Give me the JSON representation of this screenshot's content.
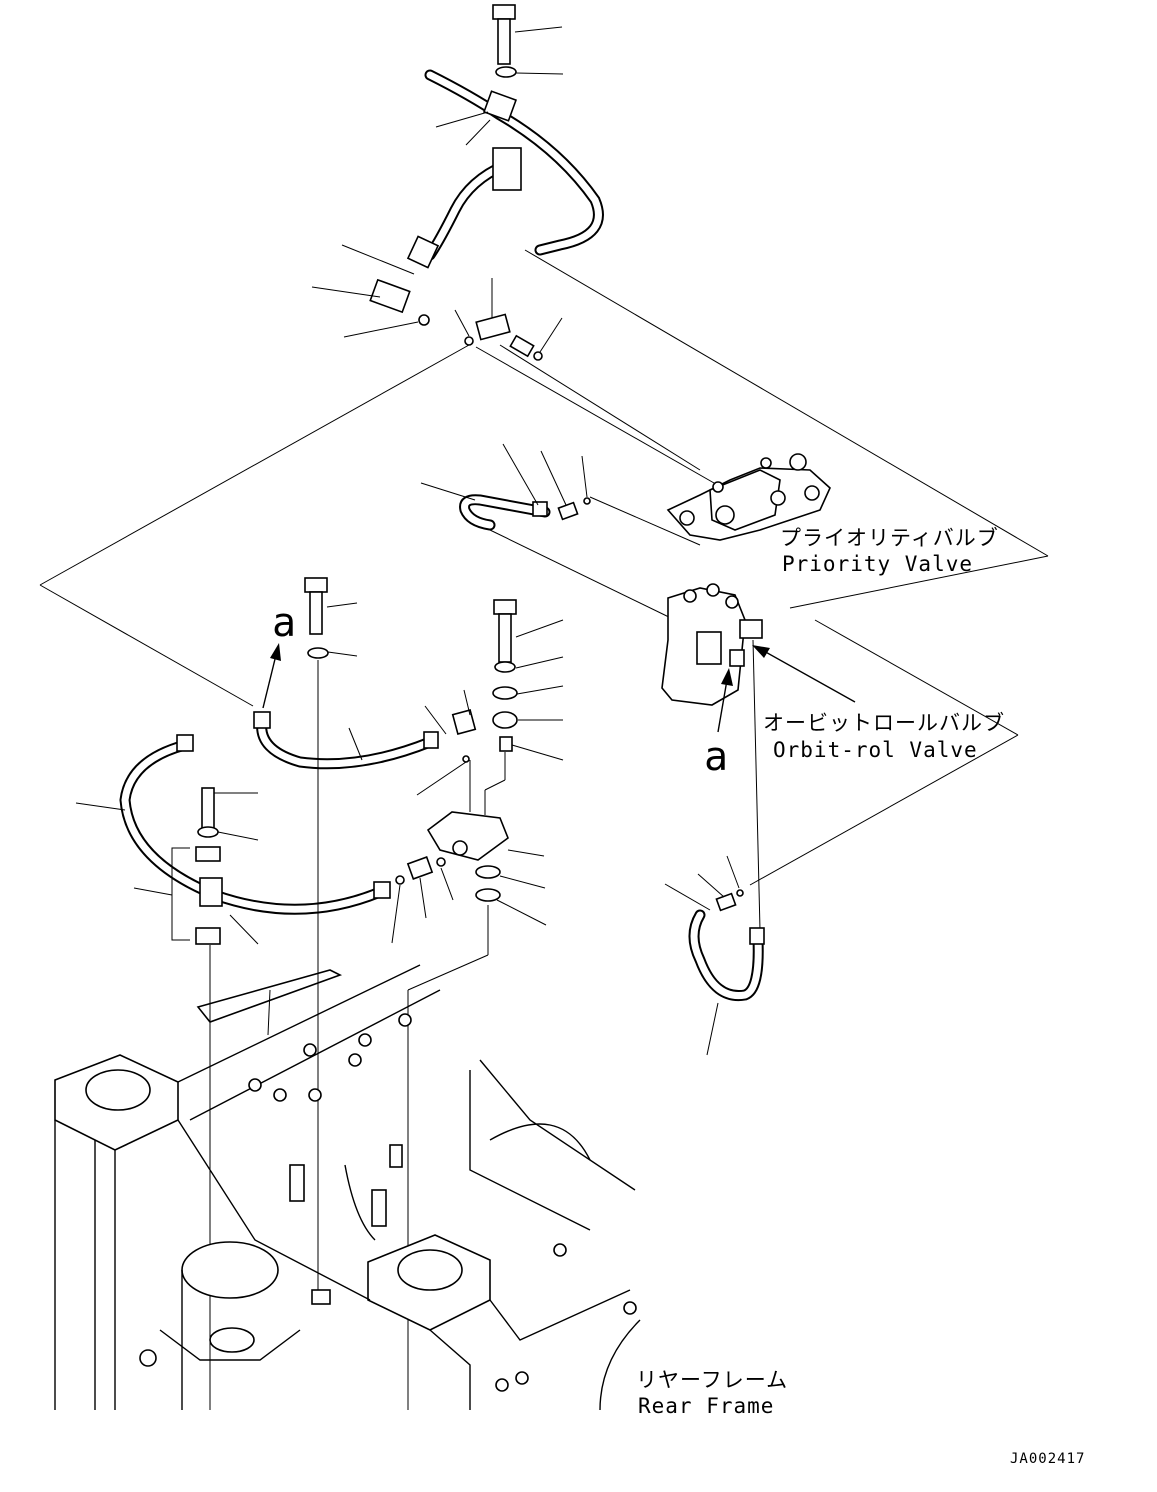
{
  "labels": {
    "priority_valve_jp": "プライオリティバルブ",
    "priority_valve_en": "Priority Valve",
    "orbitrol_valve_jp": "オービットロールバルブ",
    "orbitrol_valve_en": "Orbit-rol Valve",
    "rear_frame_jp": "リヤーフレーム",
    "rear_frame_en": "Rear Frame",
    "ref_a1": "a",
    "ref_a2": "a",
    "drawing_code": "JA002417"
  }
}
